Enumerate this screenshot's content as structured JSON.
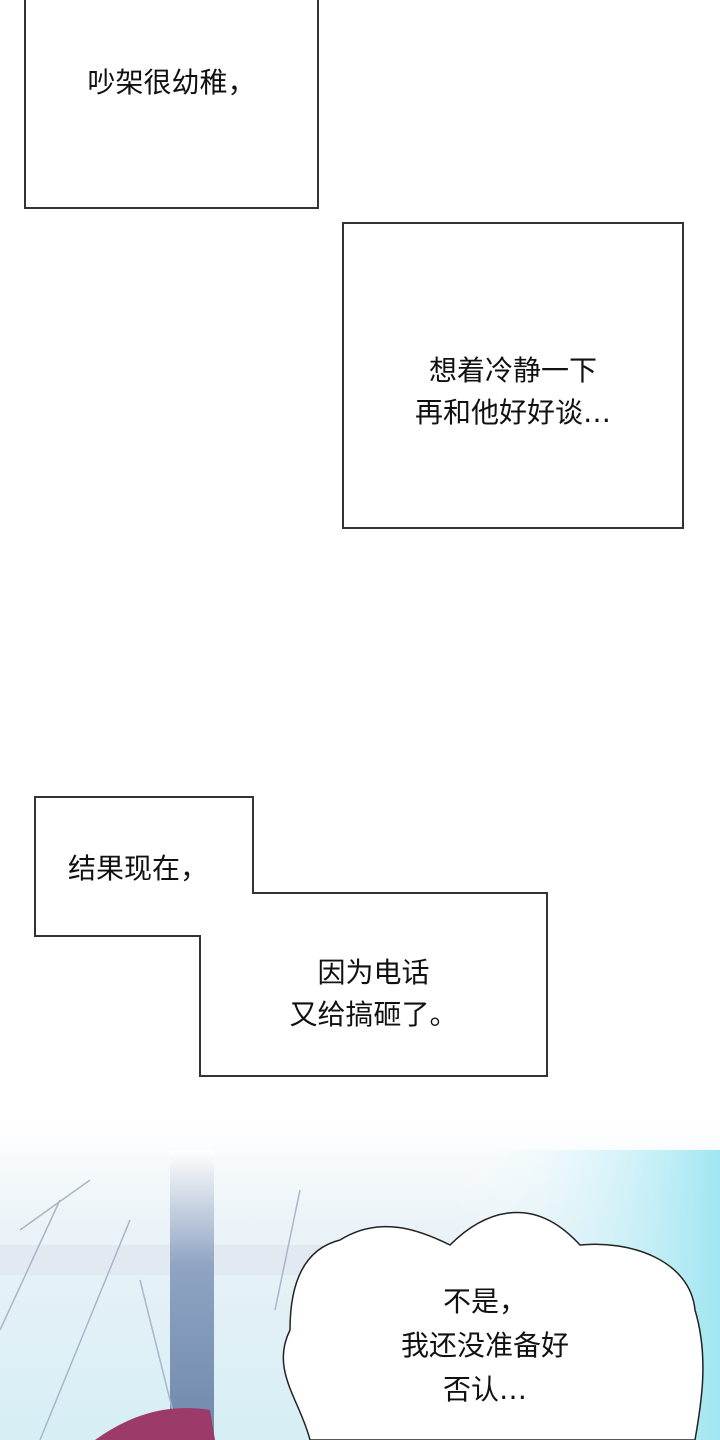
{
  "panels": [
    {
      "lines": [
        "吵架很幼稚，"
      ]
    },
    {
      "lines": [
        "想着冷静一下",
        "再和他好好谈…"
      ]
    },
    {
      "lines": [
        "结果现在，"
      ]
    },
    {
      "lines": [
        "因为电话",
        "又给搞砸了。"
      ]
    },
    {
      "lines": [
        "不是，",
        "我还没准备好",
        "否认…"
      ]
    }
  ],
  "colors": {
    "sky": "#bfe9f3",
    "hair": "#9c3a6a",
    "pillar": "#7f95b3"
  }
}
